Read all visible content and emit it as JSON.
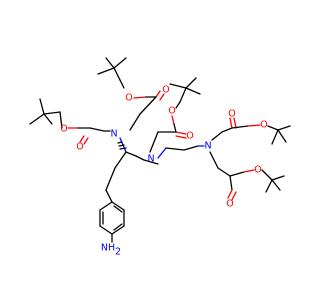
{
  "molecule": {
    "atoms": {
      "oxygen": "O",
      "nitrogen": "N",
      "amine": "NH",
      "amine_h2": "2"
    },
    "colors": {
      "bond": "#000000",
      "oxygen": "#ff0000",
      "nitrogen": "#0000ff",
      "background": "#ffffff"
    }
  }
}
